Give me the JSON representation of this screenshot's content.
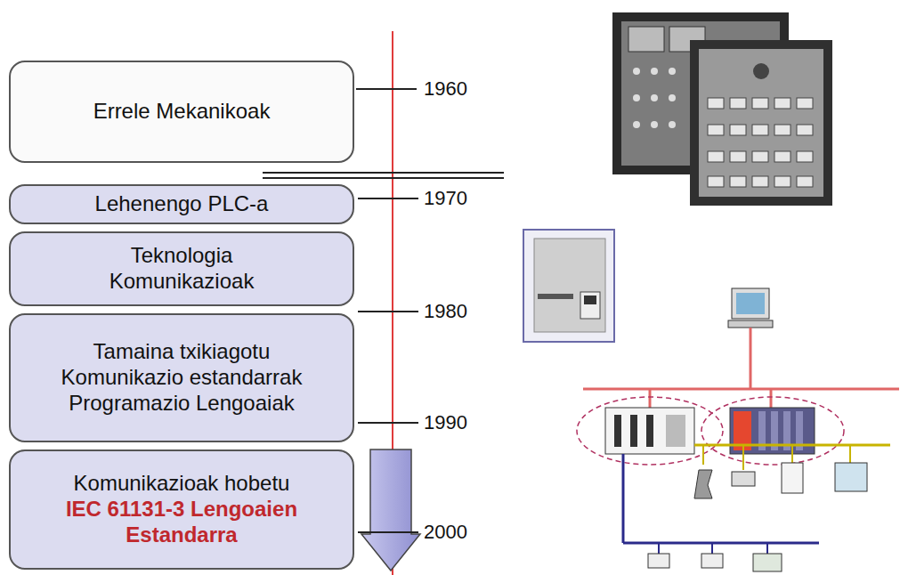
{
  "diagram": {
    "nodes": [
      {
        "text": [
          "Errele Mekanikoak"
        ]
      },
      {
        "text": [
          "Lehenengo PLC-a"
        ]
      },
      {
        "text": [
          "Teknologia",
          "Komunikazioak"
        ]
      },
      {
        "text": [
          "Tamaina txikiagotu",
          "Komunikazio estandarrak",
          "Programazio Lengoaiak"
        ]
      },
      {
        "text": [
          "Komunikazioak hobetu",
          "IEC 61131-3 Lengoaien Estandarra"
        ]
      }
    ],
    "labels": [
      "1960",
      "1970",
      "1980",
      "1990",
      "2000"
    ]
  }
}
